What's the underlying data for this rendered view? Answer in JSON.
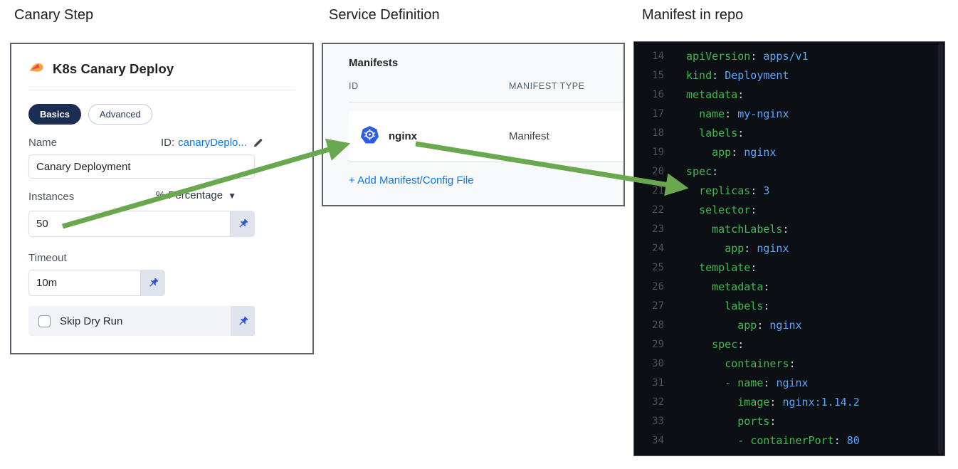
{
  "section_titles": {
    "canary_step": "Canary Step",
    "service_definition": "Service Definition",
    "manifest_in_repo": "Manifest in repo"
  },
  "canary": {
    "header_title": "K8s Canary Deploy",
    "tabs": [
      {
        "label": "Basics",
        "active": true
      },
      {
        "label": "Advanced",
        "active": false
      }
    ],
    "name_label": "Name",
    "id_label": "ID:",
    "id_value": "canaryDeplo...",
    "name_value": "Canary Deployment",
    "instances_label": "Instances",
    "unit_selected": "% Percentage",
    "instances_value": "50",
    "timeout_label": "Timeout",
    "timeout_value": "10m",
    "skip_dry_run_label": "Skip Dry Run"
  },
  "manifests": {
    "title": "Manifests",
    "columns": {
      "id": "ID",
      "type": "MANIFEST TYPE"
    },
    "rows": [
      {
        "id": "nginx",
        "type": "Manifest",
        "icon": "kubernetes-icon"
      }
    ],
    "add_link": "+ Add Manifest/Config File"
  },
  "code_panel": {
    "language": "yaml",
    "lines": [
      {
        "num": 14,
        "indent": 0,
        "dash": false,
        "key": "apiVersion",
        "value": "apps/v1"
      },
      {
        "num": 15,
        "indent": 0,
        "dash": false,
        "key": "kind",
        "value": "Deployment"
      },
      {
        "num": 16,
        "indent": 0,
        "dash": false,
        "key": "metadata",
        "value": null
      },
      {
        "num": 17,
        "indent": 2,
        "dash": false,
        "key": "name",
        "value": "my-nginx"
      },
      {
        "num": 18,
        "indent": 2,
        "dash": false,
        "key": "labels",
        "value": null
      },
      {
        "num": 19,
        "indent": 4,
        "dash": false,
        "key": "app",
        "value": "nginx"
      },
      {
        "num": 20,
        "indent": 0,
        "dash": false,
        "key": "spec",
        "value": null
      },
      {
        "num": 21,
        "indent": 2,
        "dash": false,
        "key": "replicas",
        "value": "3"
      },
      {
        "num": 22,
        "indent": 2,
        "dash": false,
        "key": "selector",
        "value": null
      },
      {
        "num": 23,
        "indent": 4,
        "dash": false,
        "key": "matchLabels",
        "value": null
      },
      {
        "num": 24,
        "indent": 6,
        "dash": false,
        "key": "app",
        "value": "nginx"
      },
      {
        "num": 25,
        "indent": 2,
        "dash": false,
        "key": "template",
        "value": null
      },
      {
        "num": 26,
        "indent": 4,
        "dash": false,
        "key": "metadata",
        "value": null
      },
      {
        "num": 27,
        "indent": 6,
        "dash": false,
        "key": "labels",
        "value": null
      },
      {
        "num": 28,
        "indent": 8,
        "dash": false,
        "key": "app",
        "value": "nginx"
      },
      {
        "num": 29,
        "indent": 4,
        "dash": false,
        "key": "spec",
        "value": null
      },
      {
        "num": 30,
        "indent": 6,
        "dash": false,
        "key": "containers",
        "value": null
      },
      {
        "num": 31,
        "indent": 6,
        "dash": true,
        "key": "name",
        "value": "nginx"
      },
      {
        "num": 32,
        "indent": 8,
        "dash": false,
        "key": "image",
        "value": "nginx:1.14.2"
      },
      {
        "num": 33,
        "indent": 8,
        "dash": false,
        "key": "ports",
        "value": null
      },
      {
        "num": 34,
        "indent": 8,
        "dash": true,
        "key": "containerPort",
        "value": "80"
      }
    ]
  },
  "colors": {
    "arrow_green": "#6aa84f",
    "link_blue": "#0d76e8",
    "pill_navy": "#1b2d55",
    "pin_blue": "#2d54cf",
    "k8s_blue": "#2f5de0",
    "code_bg": "#0c0f14",
    "code_key_green": "#3fb950",
    "code_value_blue": "#58a6ff",
    "code_linenum_gray": "#4b525b"
  }
}
